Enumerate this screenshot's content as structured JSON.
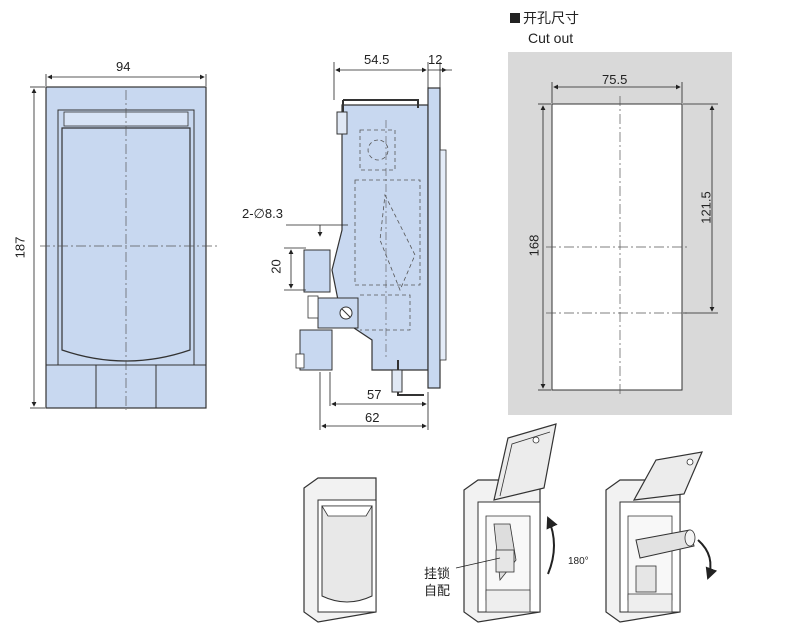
{
  "cutout": {
    "title_cn": "开孔尺寸",
    "title_en": "Cut out",
    "width": "75.5",
    "height": "168",
    "inner_height": "121.5"
  },
  "front_view": {
    "width": "94",
    "height": "187"
  },
  "side_view": {
    "top_depth": "54.5",
    "flange": "12",
    "hole": "2-∅8.3",
    "hole_spacing": "20",
    "depth_57": "57",
    "depth_62": "62"
  },
  "operation": {
    "rotation": "180°",
    "label_line1": "挂锁",
    "label_line2": "自配"
  },
  "colors": {
    "part_fill": "#c8d8f0",
    "cutout_panel": "#d9d9d9",
    "line": "#222222"
  }
}
